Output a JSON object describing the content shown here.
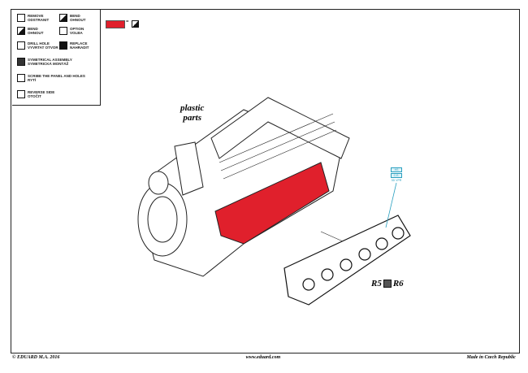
{
  "legend": [
    {
      "icon": "remove-icon",
      "en": "REMOVE",
      "cz": "ODSTRANIT"
    },
    {
      "icon": "bend-icon",
      "en": "BEND",
      "cz": "OHNOUT"
    },
    {
      "icon": "bend-half-icon",
      "en": "BEND",
      "cz": "OHNOUT"
    },
    {
      "icon": "option-icon",
      "en": "OPTION",
      "cz": "VOLBA"
    },
    {
      "icon": "drill-hole-icon",
      "en": "DRILL HOLE",
      "cz": "VYVRTAT OTVOR"
    },
    {
      "icon": "replace-icon",
      "en": "REPLACE",
      "cz": "NAHRADIT"
    },
    {
      "icon": "symmetrical-assembly-icon",
      "en": "SYMETRICAL ASSEMBLY",
      "cz": "SYMETRICKÁ MONTÁŽ"
    },
    {
      "icon": "scribe-icon",
      "en": "SCRIBE THE PANEL AND HOLES",
      "cz": "RYTÍ"
    },
    {
      "icon": "reverse-side-icon",
      "en": "REVERSE SIDE",
      "cz": "OTOČIT"
    }
  ],
  "color_key": {
    "equals": "=",
    "color": "#e0202c"
  },
  "labels": {
    "plastic_line1": "plastic",
    "plastic_line2": "parts",
    "part_left": "R5",
    "part_right": "R6"
  },
  "pe_tag": {
    "line1": "HS",
    "line2": "C.E.",
    "line3": "3D VPR"
  },
  "footer": {
    "copyright": "© EDUARD M.A. 2016",
    "url": "www.eduard.com",
    "made_in": "Made in Czech Republic"
  }
}
